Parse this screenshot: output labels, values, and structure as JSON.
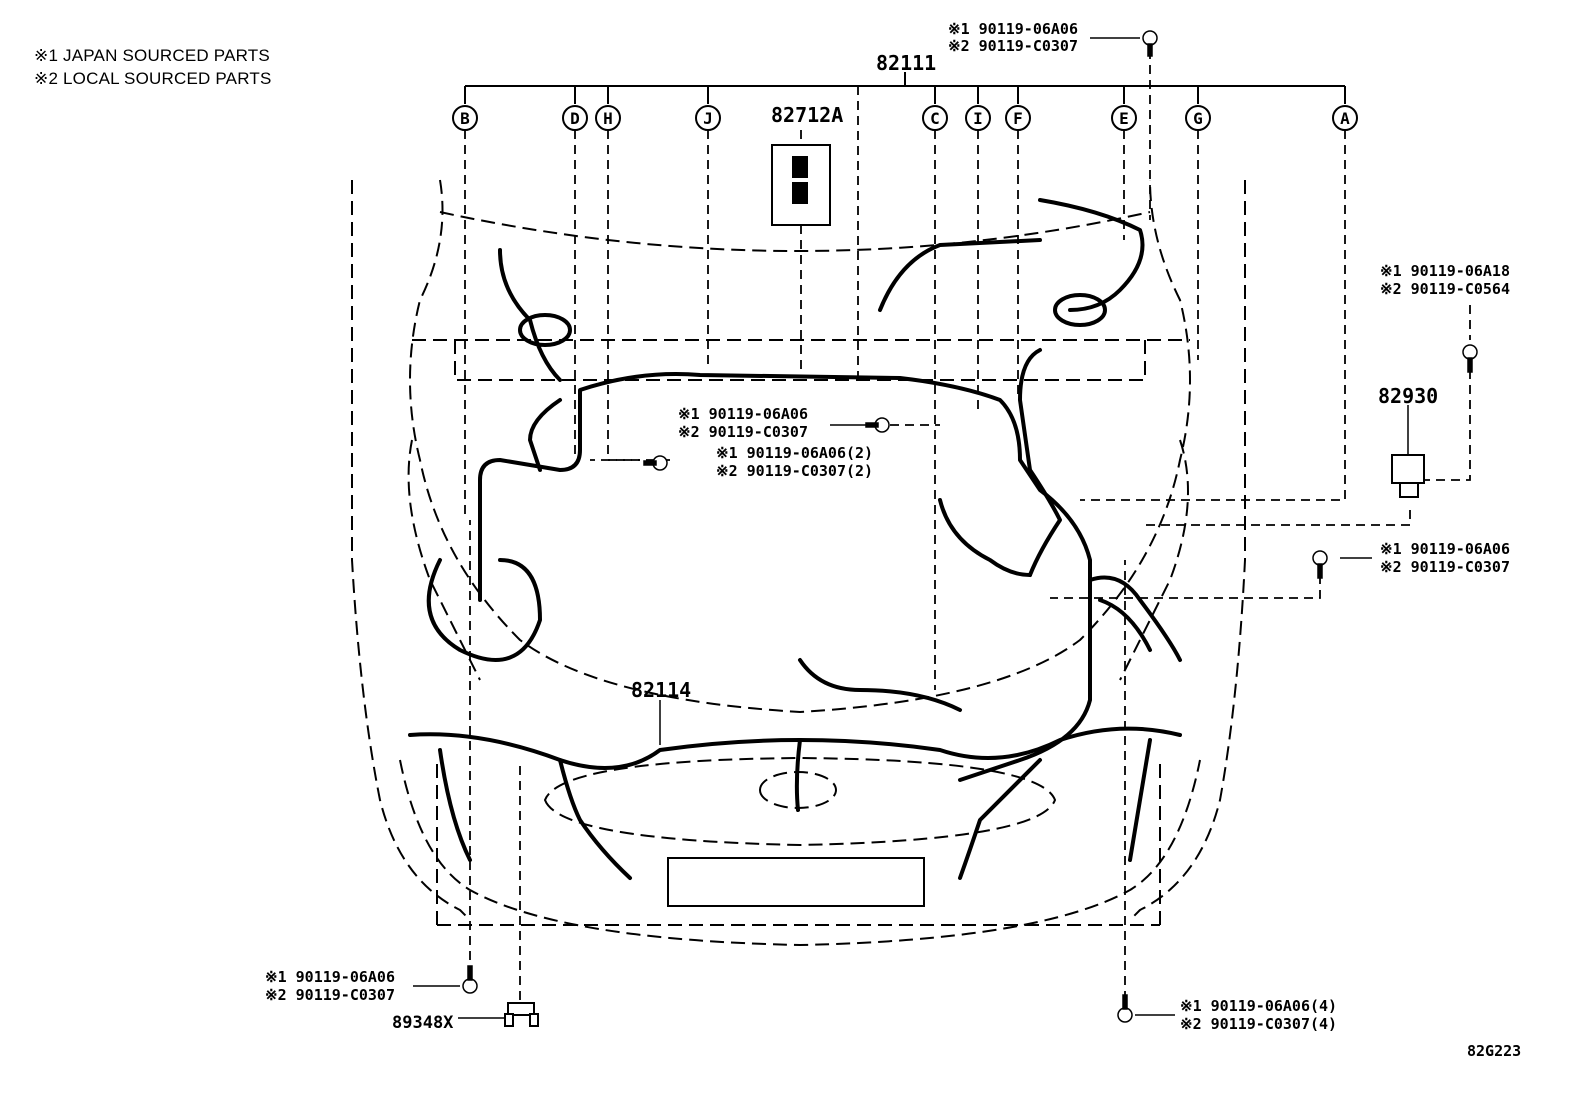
{
  "legend": {
    "line1": "※1 JAPAN SOURCED PARTS",
    "line2": "※2 LOCAL SOURCED PARTS"
  },
  "main_part": "82111",
  "relay_block": "82712A",
  "front_harness": "82114",
  "sensor_part": "82930",
  "clip_part": "89348X",
  "diagram_code": "82G223",
  "branch_letters": [
    "B",
    "D",
    "H",
    "J",
    "C",
    "I",
    "F",
    "E",
    "G",
    "A"
  ],
  "bolt_callouts": {
    "top": {
      "j": "※1 90119-06A06",
      "l": "※2 90119-C0307"
    },
    "center": {
      "j": "※1 90119-06A06",
      "l": "※2 90119-C0307"
    },
    "center_left": {
      "j": "※1 90119-06A06(2)",
      "l": "※2 90119-C0307(2)"
    },
    "right_top": {
      "j": "※1 90119-06A18",
      "l": "※2 90119-C0564"
    },
    "right_mid": {
      "j": "※1 90119-06A06",
      "l": "※2 90119-C0307"
    },
    "bottom_left": {
      "j": "※1 90119-06A06",
      "l": "※2 90119-C0307"
    },
    "bottom_right": {
      "j": "※1 90119-06A06(4)",
      "l": "※2 90119-C0307(4)"
    }
  }
}
